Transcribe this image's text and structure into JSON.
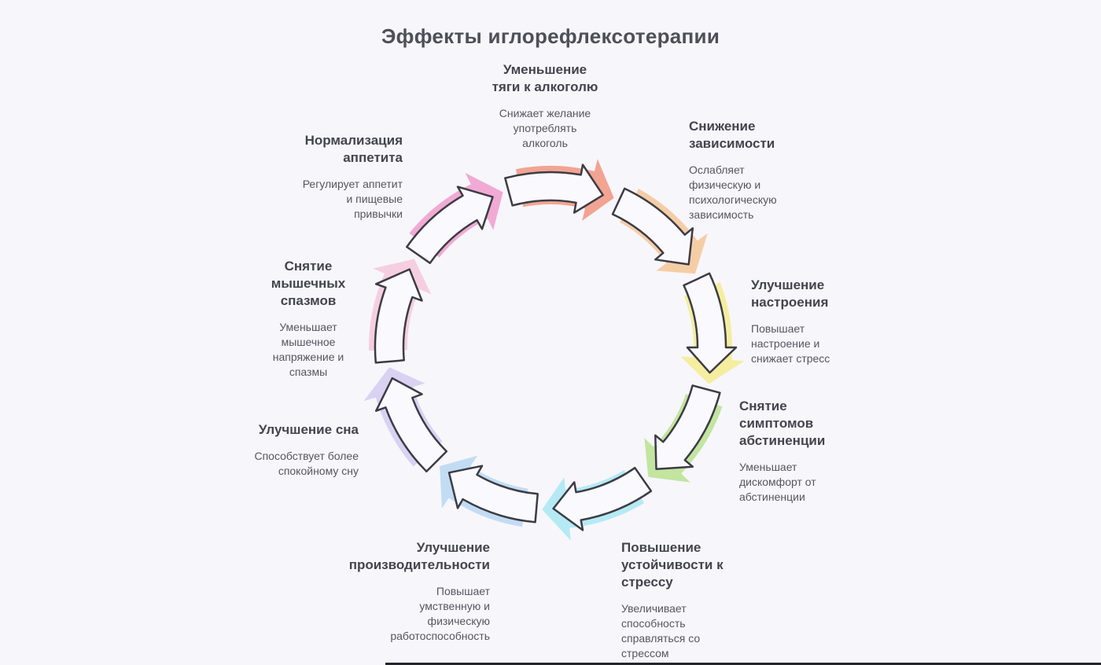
{
  "page": {
    "title": "Эффекты иглорефлексотерапии",
    "background": "#f7f6fb",
    "arrow_outline": "#3c3c45",
    "arrow_fill": "#faf9fd"
  },
  "items": [
    {
      "title": "Уменьшение\nтяги к алкоголю",
      "desc": "Снижает желание\nупотреблять\nалкоголь",
      "color": "#f1957f"
    },
    {
      "title": "Снижение\nзависимости",
      "desc": "Ослабляет\nфизическую и\nпсихологическую\nзависимость",
      "color": "#f5c695"
    },
    {
      "title": "Улучшение\nнастроения",
      "desc": "Повышает\nнастроение и\nснижает стресс",
      "color": "#f3ec8d"
    },
    {
      "title": "Снятие\nсимптомов\nабстиненции",
      "desc": "Уменьшает\nдискомфорт от\nабстиненции",
      "color": "#b8e28e"
    },
    {
      "title": "Повышение\nустойчивости к\nстрессу",
      "desc": "Увеличивает\nспособность\nсправляться со\nстрессом",
      "color": "#a9e7f2"
    },
    {
      "title": "Улучшение\nпроизводительности",
      "desc": "Повышает\nумственную и\nфизическую\nработоспособность",
      "color": "#b9d7f2"
    },
    {
      "title": "Улучшение сна",
      "desc": "Способствует более\nспокойному сну",
      "color": "#d3cbf0"
    },
    {
      "title": "Снятие\nмышечных\nспазмов",
      "desc": "Уменьшает\nмышечное\nнапряжение и\nспазмы",
      "color": "#f5c8dc"
    },
    {
      "title": "Нормализация\nаппетита",
      "desc": "Регулирует аппетит\nи пищевые\nпривычки",
      "color": "#f09ccb"
    }
  ]
}
